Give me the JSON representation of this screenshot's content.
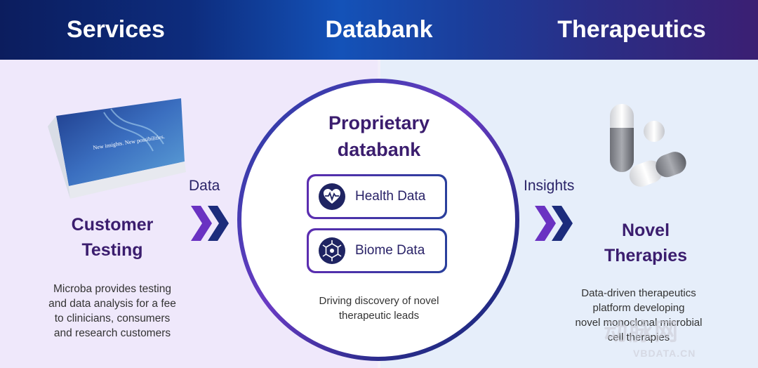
{
  "header": {
    "left": "Services",
    "center": "Databank",
    "right": "Therapeutics"
  },
  "left": {
    "title_line1": "Customer",
    "title_line2": "Testing",
    "desc_lines": [
      "Microba provides testing",
      "and data analysis for a fee",
      "to clinicians, consumers",
      "and research customers"
    ],
    "kit_text": "New insights. New possibilities."
  },
  "flow": {
    "left_label": "Data",
    "right_label": "Insights"
  },
  "center": {
    "title_line1": "Proprietary",
    "title_line2": "databank",
    "items": [
      {
        "label": "Health Data",
        "icon": "heart-pulse-icon"
      },
      {
        "label": "Biome Data",
        "icon": "network-icon"
      }
    ],
    "desc_lines": [
      "Driving discovery of novel",
      "therapeutic leads"
    ]
  },
  "right": {
    "title_line1": "Novel",
    "title_line2": "Therapies",
    "desc_lines": [
      "Data-driven therapeutics",
      "platform developing",
      "novel monoclonal microbial",
      "cell therapies"
    ]
  },
  "watermark": {
    "main": "动脉网",
    "sub": "VBDATA.CN"
  },
  "colors": {
    "title_purple": "#3b1d6e",
    "chevron_purple": "#6a32c2",
    "chevron_navy": "#1c2c7c"
  }
}
